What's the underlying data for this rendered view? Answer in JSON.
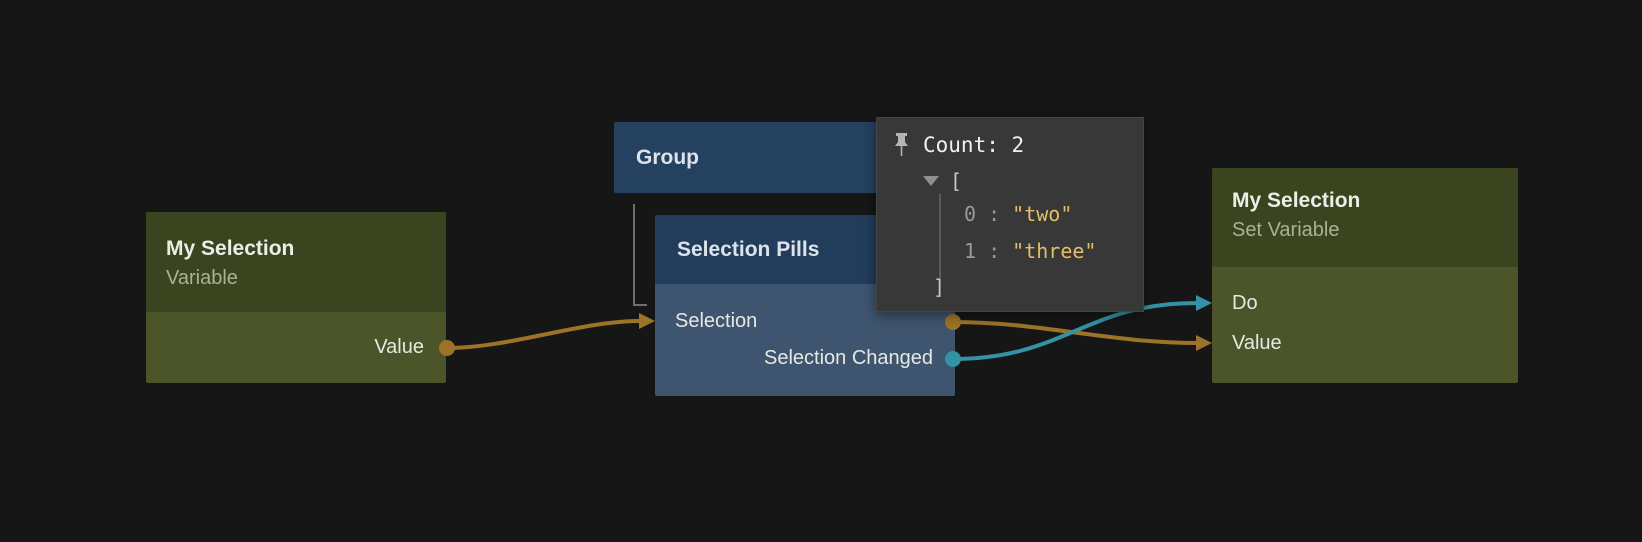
{
  "nodes": {
    "variable": {
      "title": "My Selection",
      "subtitle": "Variable",
      "output_port": "Value"
    },
    "group": {
      "title": "Group"
    },
    "selection_pills": {
      "title": "Selection Pills",
      "input_port": "Selection",
      "output_port": "Selection Changed"
    },
    "set_variable": {
      "title": "My Selection",
      "subtitle": "Set Variable",
      "input_ports": [
        "Do",
        "Value"
      ]
    }
  },
  "popup": {
    "pin_icon": "pushpin-icon",
    "collapse_icon": "triangle-down-icon",
    "count": "Count: 2",
    "open_bracket": "[",
    "close_bracket": "]",
    "separator": " : ",
    "items": [
      {
        "index": "0",
        "value": "\"two\""
      },
      {
        "index": "1",
        "value": "\"three\""
      }
    ]
  },
  "colors": {
    "background": "#161616",
    "green_node_header": "#3a451f",
    "green_node_body": "#4b5529",
    "group_header": "#254160",
    "pills_header": "#213d5b",
    "pills_body": "#3e546f",
    "popup_background": "#383838",
    "wire_value_orange": "#9d7327",
    "wire_signal_teal": "#3492a7",
    "string_literal": "#e5be69"
  }
}
